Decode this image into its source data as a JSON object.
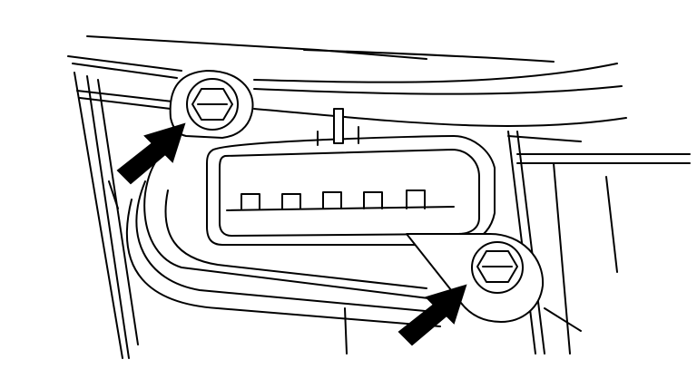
{
  "diagram": {
    "subject": "connector-with-two-mounting-bolts",
    "connector_pins": 5,
    "bolt_count": 2,
    "arrow_count": 2,
    "colors": {
      "line": "#000000",
      "fill": "#ffffff"
    }
  }
}
